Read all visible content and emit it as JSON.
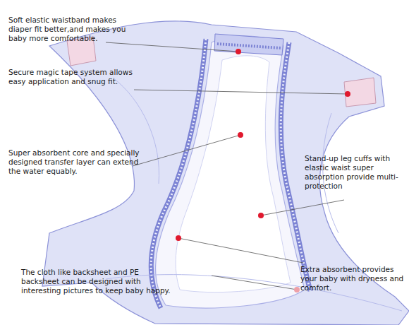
{
  "diagram": {
    "labels": [
      "Soft elastic waistband makes diaper fit better,and makes you baby more comfortable.",
      "Secure magic tape system allows easy application and snug fit.",
      "Super absorbent core and specially designed transfer layer can extend the water equably.",
      "Stand-up leg cuffs with elastic waist super absorption provide multi-protection",
      "The cloth like backsheet and PE backsheet can be designed with interesting pictures to keep baby happy.",
      "Extra absorbent provides your baby with dryness and comfort."
    ]
  }
}
